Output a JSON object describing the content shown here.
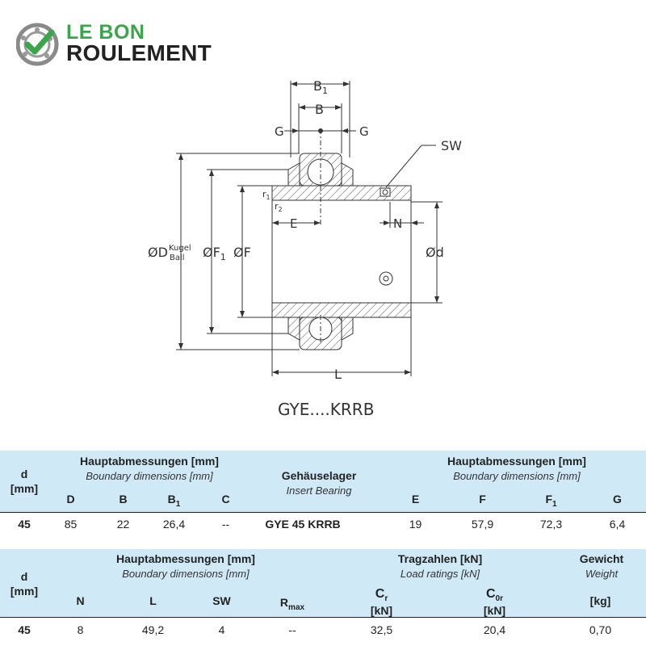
{
  "logo": {
    "line1": "LE BON",
    "line2": "ROULEMENT"
  },
  "drawing": {
    "labels": {
      "b1": "B",
      "b1_sub": "1",
      "b": "B",
      "g_left": "G",
      "g_right": "G",
      "sw": "SW",
      "r1": "r",
      "r1_sub": "1",
      "r2": "r",
      "r2_sub": "2",
      "e": "E",
      "n": "N",
      "dD": "ØD",
      "kugel": "Kugel",
      "ball": "Ball",
      "dF1": "ØF",
      "dF1_sub": "1",
      "dF": "ØF",
      "dd": "Ød",
      "l": "L"
    },
    "caption": "GYE....KRRB"
  },
  "table1": {
    "group_main": {
      "de": "Hauptabmessungen [mm]",
      "en": "Boundary dimensions [mm]"
    },
    "group_right": {
      "de": "Hauptabmessungen [mm]",
      "en": "Boundary dimensions [mm]"
    },
    "d_label": "d",
    "mm_label": "[mm]",
    "insert": {
      "de": "Gehäuselager",
      "en": "Insert Bearing"
    },
    "cols": {
      "D": "D",
      "B": "B",
      "B1": "B",
      "B1_sub": "1",
      "C": "C",
      "E": "E",
      "F": "F",
      "F1": "F",
      "F1_sub": "1",
      "G": "G"
    },
    "row": {
      "d": "45",
      "D": "85",
      "B": "22",
      "B1": "26,4",
      "C": "--",
      "insert": "GYE 45 KRRB",
      "E": "19",
      "F": "57,9",
      "F1": "72,3",
      "G": "6,4"
    }
  },
  "table2": {
    "group_main": {
      "de": "Hauptabmessungen [mm]",
      "en": "Boundary dimensions [mm]"
    },
    "load": {
      "de": "Tragzahlen [kN]",
      "en": "Load ratings [kN]"
    },
    "weight": {
      "de": "Gewicht",
      "en": "Weight"
    },
    "d_label": "d",
    "mm_label": "[mm]",
    "cols": {
      "N": "N",
      "L": "L",
      "SW": "SW",
      "Rmax": "R",
      "Rmax_sub": "max",
      "Cr": "C",
      "Cr_sub": "r",
      "Cr_unit": "[kN]",
      "C0r": "C",
      "C0r_sub": "0r",
      "C0r_unit": "[kN]",
      "kg": "[kg]"
    },
    "row": {
      "d": "45",
      "N": "8",
      "L": "49,2",
      "SW": "4",
      "Rmax": "--",
      "Cr": "32,5",
      "C0r": "20,4",
      "kg": "0,70"
    }
  }
}
